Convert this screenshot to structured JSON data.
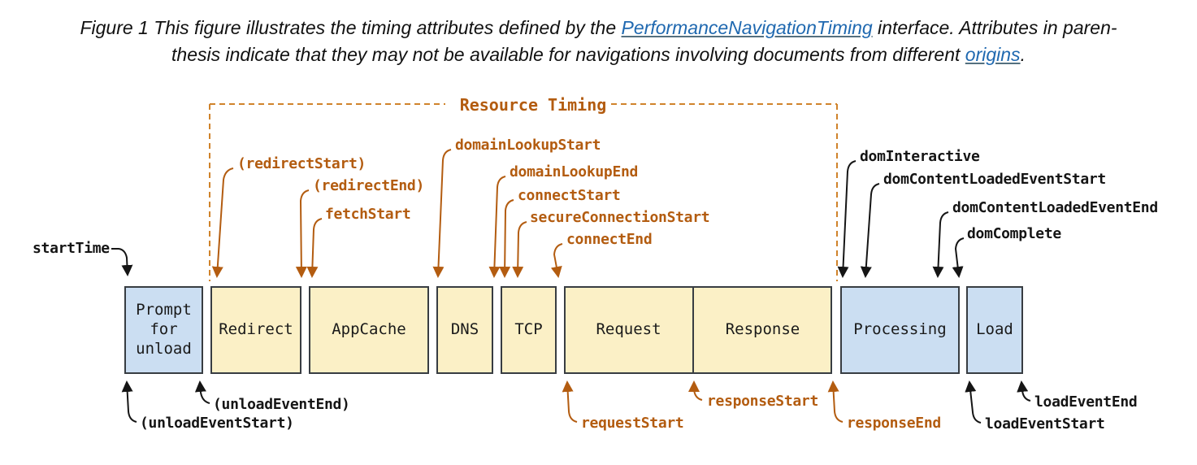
{
  "caption": {
    "line1_pre": "Figure 1 This figure illustrates the timing attributes defined by the ",
    "link1": "PerformanceNavigationTiming",
    "line1_post": " interface. Attributes in paren-",
    "line2_pre": "thesis indicate that they may not be available for navigations involving documents from different ",
    "link2": "origins",
    "line2_post": "."
  },
  "resource_timing_label": "Resource Timing",
  "boxes": [
    {
      "label": "Prompt for unload",
      "color": "blue"
    },
    {
      "label": "Redirect",
      "color": "yellow"
    },
    {
      "label": "AppCache",
      "color": "yellow"
    },
    {
      "label": "DNS",
      "color": "yellow"
    },
    {
      "label": "TCP",
      "color": "yellow"
    },
    {
      "label": "Request",
      "color": "yellow"
    },
    {
      "label": "Response",
      "color": "yellow"
    },
    {
      "label": "Processing",
      "color": "blue"
    },
    {
      "label": "Load",
      "color": "blue"
    }
  ],
  "annotations": {
    "startTime": "startTime",
    "redirectStart": "(redirectStart)",
    "redirectEnd": "(redirectEnd)",
    "fetchStart": "fetchStart",
    "domainLookupStart": "domainLookupStart",
    "domainLookupEnd": "domainLookupEnd",
    "connectStart": "connectStart",
    "secureConnectionStart": "secureConnectionStart",
    "connectEnd": "connectEnd",
    "domInteractive": "domInteractive",
    "domContentLoadedEventStart": "domContentLoadedEventStart",
    "domContentLoadedEventEnd": "domContentLoadedEventEnd",
    "domComplete": "domComplete",
    "unloadEventStart": "(unloadEventStart)",
    "unloadEventEnd": "(unloadEventEnd)",
    "requestStart": "requestStart",
    "responseStart": "responseStart",
    "responseEnd": "responseEnd",
    "loadEventStart": "loadEventStart",
    "loadEventEnd": "loadEventEnd"
  },
  "colors": {
    "orange": "#b35c10",
    "dash": "#d0832b",
    "box-blue": "#cbdef2",
    "box-yellow": "#fbf0c6",
    "border": "#383d42",
    "link": "#2069b0"
  }
}
